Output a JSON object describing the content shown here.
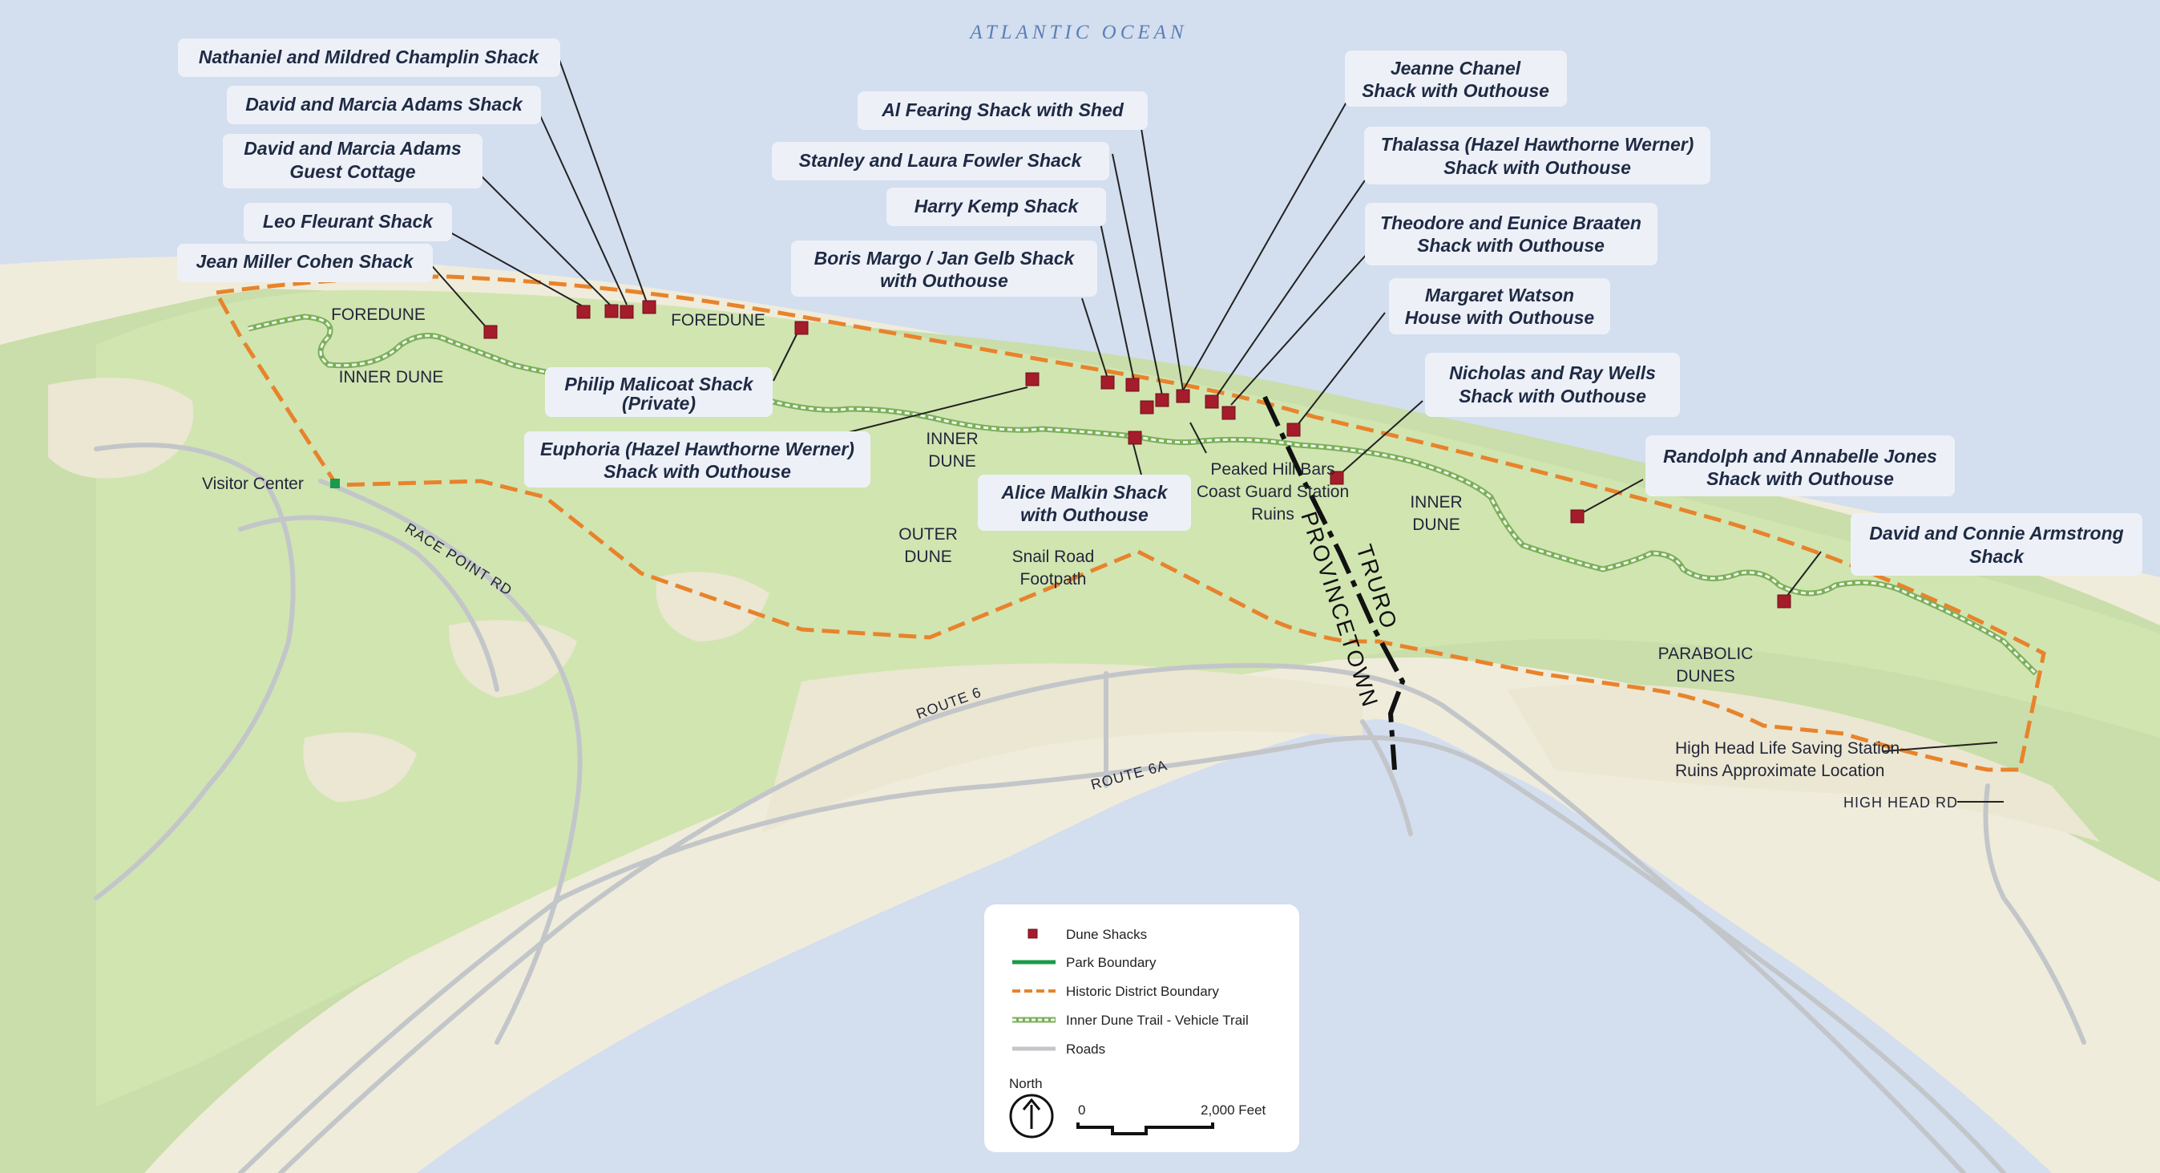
{
  "ocean_label": "ATLANTIC OCEAN",
  "shacks": [
    {
      "id": "nathaniel",
      "lines": [
        "Nathaniel and Mildred Champlin Shack"
      ]
    },
    {
      "id": "adams",
      "lines": [
        "David and Marcia Adams Shack"
      ]
    },
    {
      "id": "adams-guest",
      "lines": [
        "David and Marcia Adams",
        "Guest Cottage"
      ]
    },
    {
      "id": "fleurant",
      "lines": [
        "Leo Fleurant Shack"
      ]
    },
    {
      "id": "cohen",
      "lines": [
        "Jean Miller Cohen Shack"
      ]
    },
    {
      "id": "fearing",
      "lines": [
        "Al Fearing Shack with Shed"
      ]
    },
    {
      "id": "fowler",
      "lines": [
        "Stanley and Laura Fowler Shack"
      ]
    },
    {
      "id": "kemp",
      "lines": [
        "Harry Kemp Shack"
      ]
    },
    {
      "id": "margo",
      "lines": [
        "Boris Margo / Jan Gelb Shack",
        "with Outhouse"
      ]
    },
    {
      "id": "malicoat",
      "lines": [
        "Philip Malicoat Shack",
        "(Private)"
      ]
    },
    {
      "id": "euphoria",
      "lines": [
        "Euphoria (Hazel Hawthorne Werner)",
        "Shack with Outhouse"
      ]
    },
    {
      "id": "malkin",
      "lines": [
        "Alice Malkin Shack",
        "with Outhouse"
      ]
    },
    {
      "id": "chanel",
      "lines": [
        "Jeanne Chanel",
        "Shack with Outhouse"
      ]
    },
    {
      "id": "thalassa",
      "lines": [
        "Thalassa (Hazel Hawthorne Werner)",
        "Shack with Outhouse"
      ]
    },
    {
      "id": "braaten",
      "lines": [
        "Theodore and Eunice Braaten",
        "Shack with Outhouse"
      ]
    },
    {
      "id": "watson",
      "lines": [
        "Margaret Watson",
        "House with Outhouse"
      ]
    },
    {
      "id": "wells",
      "lines": [
        "Nicholas and Ray Wells",
        "Shack with Outhouse"
      ]
    },
    {
      "id": "jones",
      "lines": [
        "Randolph and Annabelle Jones",
        "Shack with Outhouse"
      ]
    },
    {
      "id": "armstrong",
      "lines": [
        "David and Connie Armstrong",
        "Shack"
      ]
    }
  ],
  "areas": {
    "foredune_west": "FOREDUNE",
    "foredune_mid": "FOREDUNE",
    "inner_dune_west": "INNER DUNE",
    "inner_dune_mid_1": "INNER",
    "inner_dune_mid_2": "DUNE",
    "inner_dune_east_1": "INNER",
    "inner_dune_east_2": "DUNE",
    "outer_dune_1": "OUTER",
    "outer_dune_2": "DUNE",
    "parabolic_1": "PARABOLIC",
    "parabolic_2": "DUNES",
    "snail_1": "Snail Road",
    "snail_2": "Footpath",
    "peaked_1": "Peaked Hill Bars",
    "peaked_2": "Coast Guard Station",
    "peaked_3": "Ruins",
    "visitor_center": "Visitor Center",
    "high_head_1": "High Head Life Saving Station",
    "high_head_2": "Ruins Approximate Location"
  },
  "roads": {
    "race_point": "RACE POINT RD",
    "route6": "ROUTE 6",
    "route6a": "ROUTE 6A",
    "high_head_rd": "HIGH HEAD RD"
  },
  "towns": {
    "truro": "TRURO",
    "provincetown": "PROVINCETOWN"
  },
  "legend": {
    "items": [
      "Dune Shacks",
      "Park Boundary",
      "Historic District Boundary",
      "Inner Dune Trail - Vehicle Trail",
      "Roads"
    ],
    "north": "North",
    "scale_start": "0",
    "scale_end": "2,000 Feet"
  },
  "colors": {
    "ocean": "#d3deef",
    "land": "#f0ecdb",
    "park": "#c9deaa",
    "district": "#d4e6b4",
    "boundary": "#e8832c",
    "shack": "#a51c2b",
    "park_boundary": "#1a9a4a"
  }
}
